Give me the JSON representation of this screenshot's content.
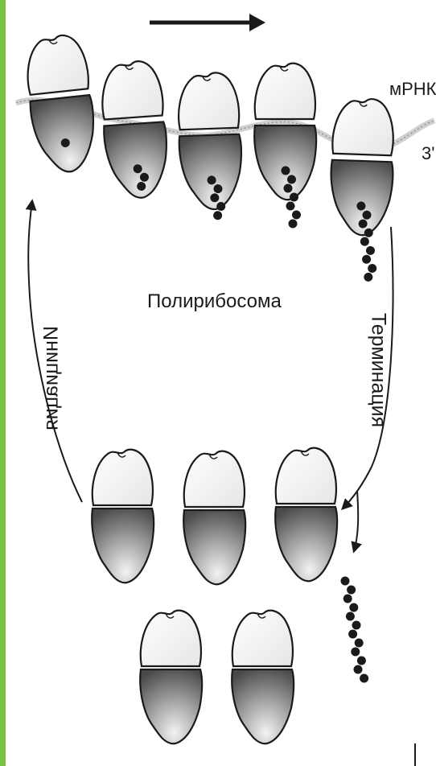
{
  "labels": {
    "mrna": "мРНК",
    "three_prime": "3'",
    "polysome": "Полирибосома",
    "termination": "Терминация",
    "initiation": "Инициация"
  },
  "colors": {
    "left_border": "#7cc242",
    "ink": "#1a1a1a",
    "subunit_light": "#ffffff",
    "subunit_dark": "#6a6a6a",
    "mrna_strand": "#cfcfcf"
  }
}
